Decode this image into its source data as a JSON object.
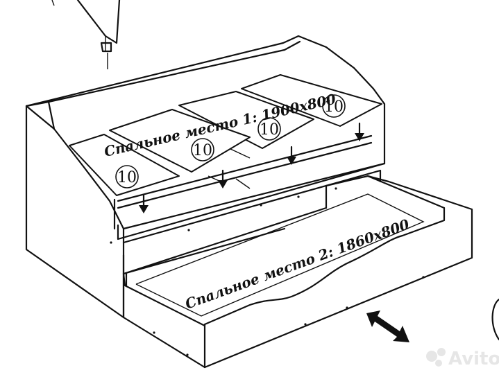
{
  "diagram": {
    "label_upper": "Спальное место 1: 1900x800",
    "label_lower": "Спальное место 2: 1860x800",
    "panel_number": "10",
    "watermark": "Avito"
  }
}
